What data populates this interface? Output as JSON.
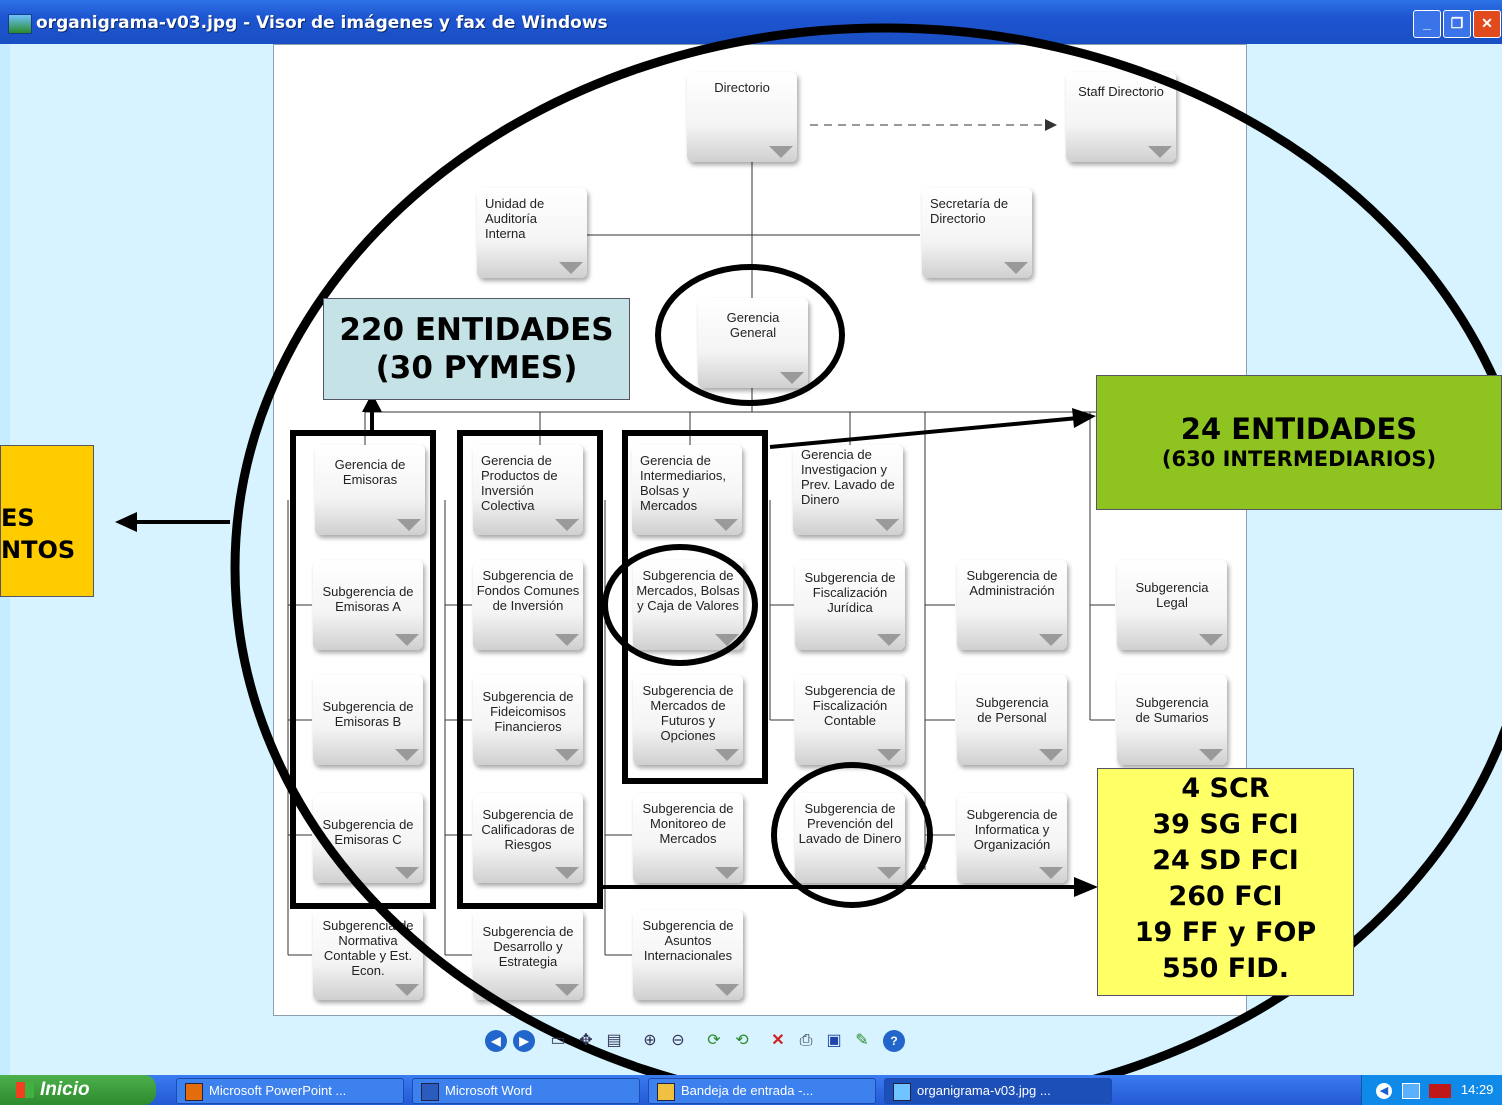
{
  "window": {
    "title": "organigrama-v03.jpg - Visor de imágenes y fax de Windows"
  },
  "nodes": {
    "directorio": "Directorio",
    "staff": "Staff Directorio",
    "auditoria": "Unidad de Auditoría Interna",
    "secretaria": "Secretaría de Directorio",
    "gerencia_general": "Gerencia General",
    "g_emisoras": "Gerencia de Emisoras",
    "g_productos": "Gerencia de Productos de Inversión Colectiva",
    "g_intermediarios": "Gerencia de Intermediarios, Bolsas y Mercados",
    "g_investigacion": "Gerencia de Investigacion y Prev. Lavado de Dinero",
    "s_emisoras_a": "Subgerencia de Emisoras A",
    "s_fondos": "Subgerencia de Fondos Comunes de Inversión",
    "s_mercados_bolsas": "Subgerencia de Mercados, Bolsas y Caja de Valores",
    "s_fisc_juridica": "Subgerencia de Fiscalización Jurídica",
    "s_administracion": "Subgerencia de Administración",
    "s_legal": "Subgerencia Legal",
    "s_emisoras_b": "Subgerencia de Emisoras B",
    "s_fideicomisos": "Subgerencia de Fideicomisos Financieros",
    "s_futuros": "Subgerencia de Mercados de Futuros y Opciones",
    "s_fisc_contable": "Subgerencia de Fiscalización Contable",
    "s_personal": "Subgerencia de Personal",
    "s_sumarios": "Subgerencia de Sumarios",
    "s_emisoras_c": "Subgerencia de Emisoras C",
    "s_calificadoras": "Subgerencia de Calificadoras de Riesgos",
    "s_monitoreo": "Subgerencia de Monitoreo de Mercados",
    "s_prevencion": "Subgerencia de Prevención del Lavado de Dinero",
    "s_informatica": "Subgerencia de Informatica y Organización",
    "s_normativa": "Subgerencia de Normativa Contable y Est. Econ.",
    "s_desarrollo": "Subgerencia de Desarrollo y Estrategia",
    "s_asuntos": "Subgerencia de Asuntos Internacionales"
  },
  "callouts": {
    "emisoras_line1": "220 ENTIDADES",
    "emisoras_line2": "(30 PYMES)",
    "intermediarios_line1": "24 ENTIDADES",
    "intermediarios_line2": "(630 INTERMEDIARIOS)",
    "fci_lines": [
      "4 SCR",
      "39 SG FCI",
      "24 SD FCI",
      "260 FCI",
      "19 FF y FOP",
      "550 FID."
    ],
    "left_partial_line1": "ES",
    "left_partial_line2": "NTOS"
  },
  "colors": {
    "callout_blue": "#c5e3e6",
    "callout_green": "#8fc31f",
    "callout_yellow": "#ffff66",
    "callout_orange": "#ffcc00"
  },
  "toolbar": {
    "icons": [
      "previous-image-icon",
      "next-image-icon",
      "best-fit-icon",
      "actual-size-icon",
      "slideshow-icon",
      "zoom-in-icon",
      "zoom-out-icon",
      "rotate-clockwise-icon",
      "rotate-counterclockwise-icon",
      "delete-icon",
      "print-icon",
      "save-icon",
      "edit-icon",
      "help-icon"
    ]
  },
  "taskbar": {
    "start_label": "Inicio",
    "items": [
      "Microsoft PowerPoint ...",
      "Microsoft Word",
      "Bandeja de entrada -...",
      "organigrama-v03.jpg ..."
    ],
    "clock": "14:29"
  }
}
